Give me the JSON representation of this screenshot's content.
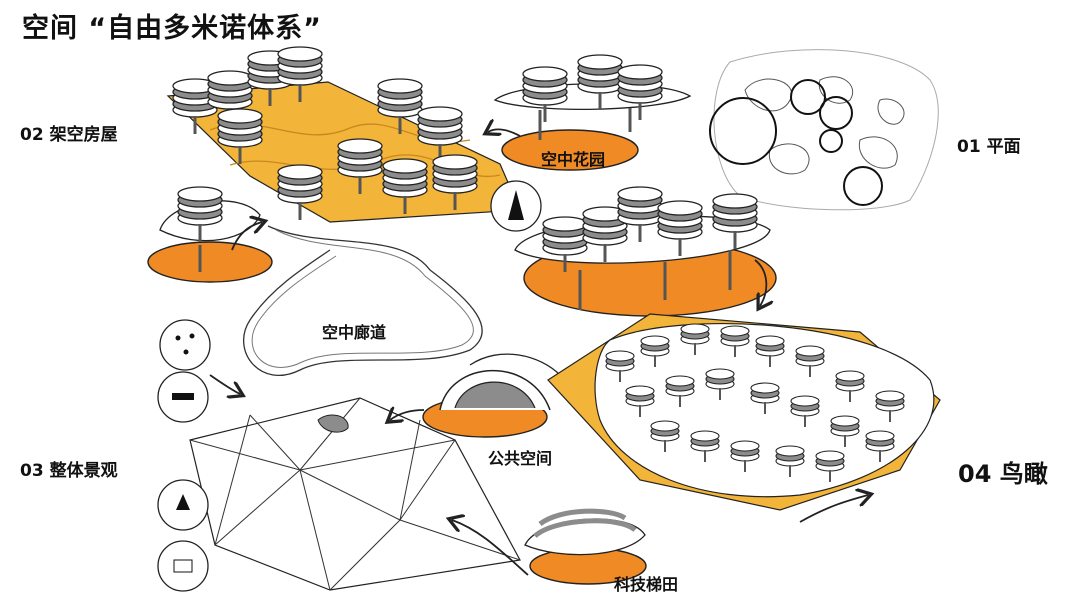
{
  "title": "空间 “自由多米诺体系”",
  "sections": {
    "s01": "01 平面",
    "s02": "02 架空房屋",
    "s03": "03 整体景观",
    "s04": "04 鸟瞰"
  },
  "tags": {
    "sky_garden": "空中花园",
    "sky_corridor": "空中廊道",
    "public_space": "公共空间",
    "tech_terrace": "科技梯田"
  },
  "colors": {
    "accent_orange": "#f08a24",
    "accent_yellow": "#f3b43a",
    "line": "#222222",
    "shade": "#8c8c8c"
  }
}
